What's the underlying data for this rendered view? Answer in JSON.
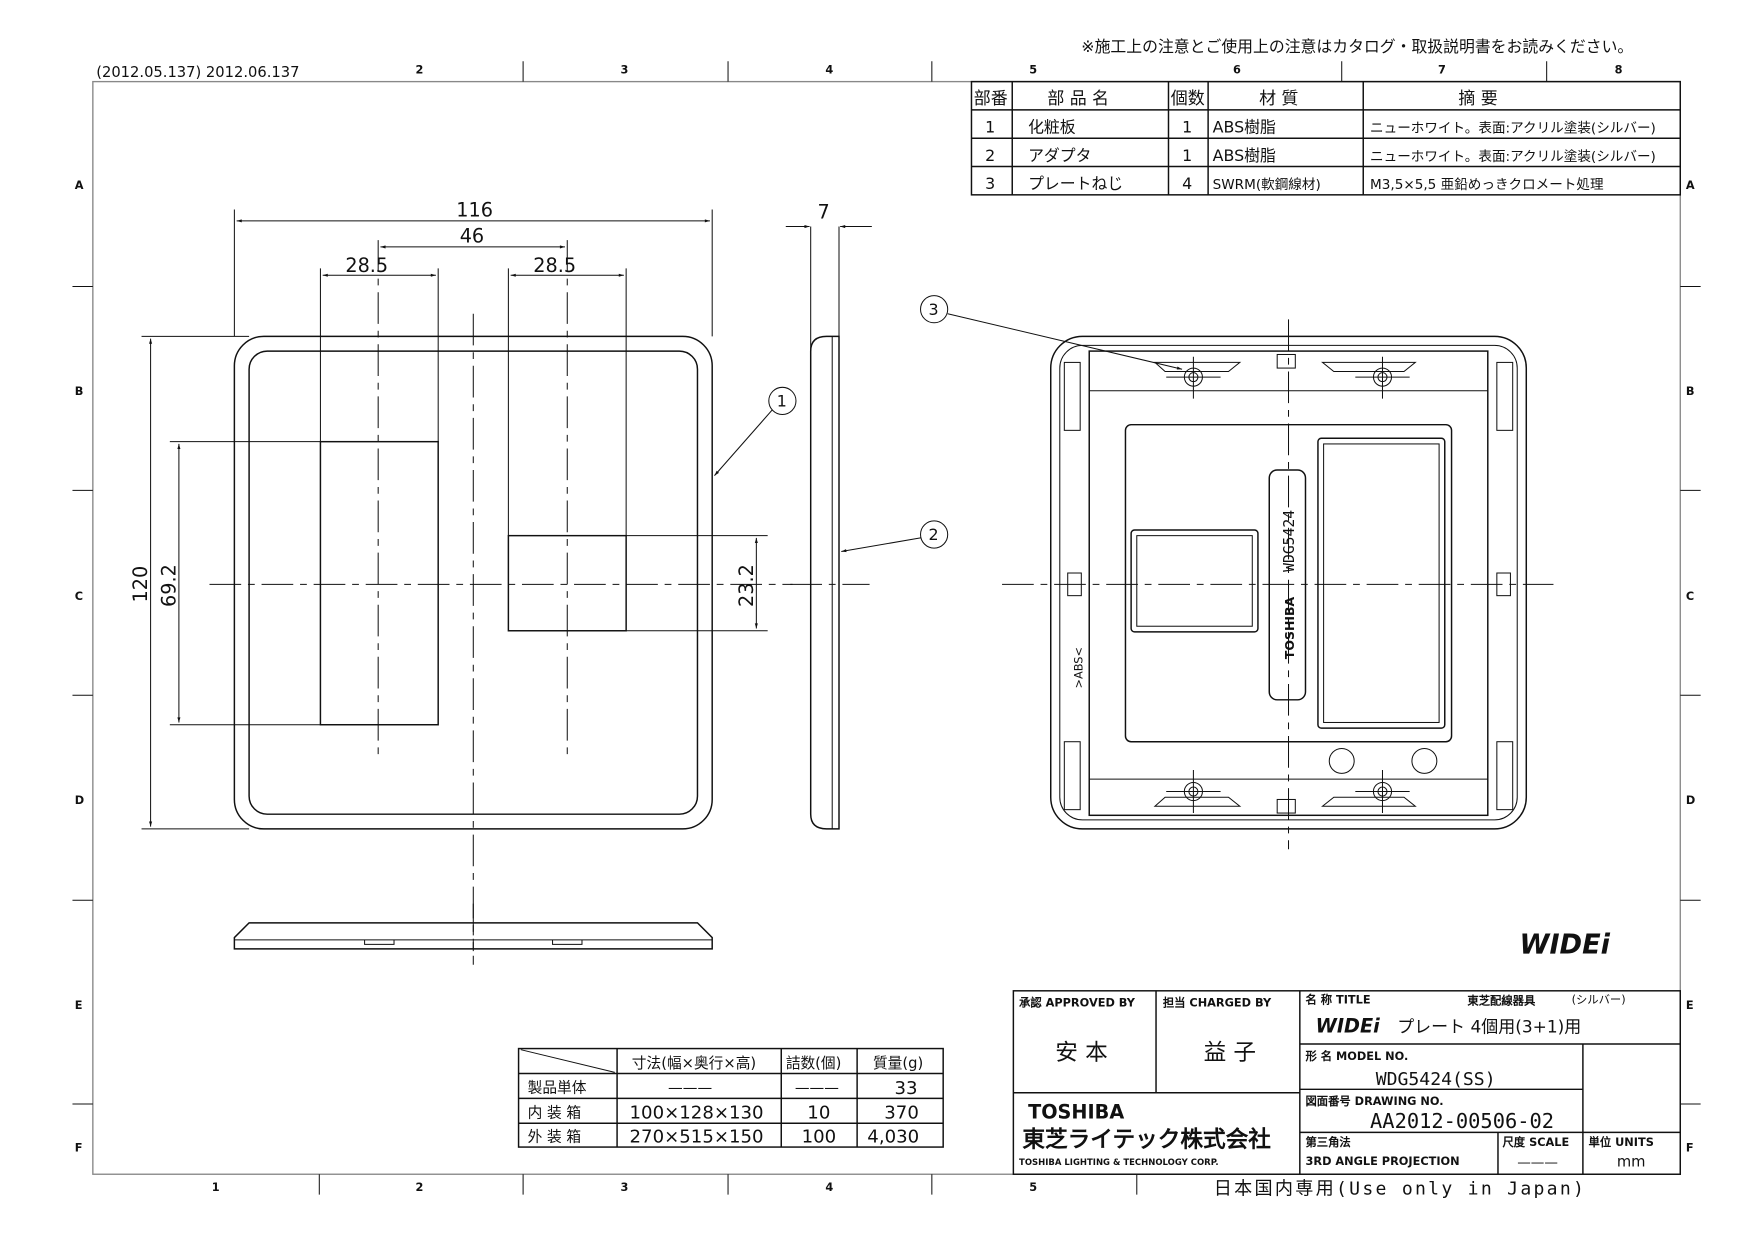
{
  "header": {
    "note": "※施工上の注意とご使用上の注意はカタログ・取扱説明書をお読みください。",
    "revision": "(2012.05.137) 2012.06.137"
  },
  "grid": {
    "top_columns": [
      "2",
      "3",
      "4",
      "5",
      "6",
      "7",
      "8"
    ],
    "bottom_columns": [
      "1",
      "2",
      "3",
      "4",
      "5"
    ],
    "rows": [
      "A",
      "B",
      "C",
      "D",
      "E",
      "F"
    ]
  },
  "parts_table": {
    "headers": [
      "部番",
      "部 品 名",
      "個数",
      "材 質",
      "摘 要"
    ],
    "rows": [
      [
        "1",
        "化粧板",
        "1",
        "ABS樹脂",
        "ニューホワイト。表面:アクリル塗装(シルバー)"
      ],
      [
        "2",
        "アダプタ",
        "1",
        "ABS樹脂",
        "ニューホワイト。表面:アクリル塗装(シルバー)"
      ],
      [
        "3",
        "プレートねじ",
        "4",
        "SWRM(軟鋼線材)",
        "M3,5×5,5 亜鉛めっきクロメート処理"
      ]
    ]
  },
  "dimensions": {
    "width": "116",
    "center_spacing": "46",
    "left_opening": "28.5",
    "right_opening": "28.5",
    "height": "120",
    "left_opening_height": "69.2",
    "right_opening_height": "23.2",
    "thickness": "7"
  },
  "callouts": [
    "1",
    "2",
    "3"
  ],
  "rear_markings": {
    "model": "WDG5424",
    "brand": "TOSHIBA",
    "material": ">ABS<"
  },
  "logo": "WIDEi",
  "packaging_table": {
    "headers": [
      "寸法(幅×奥行×高)",
      "詰数(個)",
      "質量(g)"
    ],
    "rows": [
      [
        "製品単体",
        "———",
        "———",
        "33"
      ],
      [
        "内 装 箱",
        "100×128×130",
        "10",
        "370"
      ],
      [
        "外 装 箱",
        "270×515×150",
        "100",
        "4,030"
      ]
    ]
  },
  "title_block": {
    "approved_label": "承認 APPROVED BY",
    "approved_name": "安 本",
    "charged_label": "担当 CHARGED BY",
    "charged_name": "益 子",
    "title_label": "名 称 TITLE",
    "category": "東芝配線器具",
    "color": "(シルバー)",
    "title_logo": "WIDEi",
    "title": "プレート 4個用(3+1)用",
    "model_label": "形 名 MODEL NO.",
    "model": "WDG5424(SS)",
    "drawing_label": "図面番号 DRAWING NO.",
    "drawing_no": "AA2012-00506-02",
    "projection_label": "第三角法",
    "projection": "3RD ANGLE PROJECTION",
    "scale_label": "尺度 SCALE",
    "scale": "———",
    "units_label": "単位 UNITS",
    "units": "mm",
    "company_logo": "TOSHIBA",
    "company_jp": "東芝ライテック株式会社",
    "company_en": "TOSHIBA LIGHTING & TECHNOLOGY CORP."
  },
  "footer": {
    "usage": "日本国内専用(Use only in Japan)"
  }
}
